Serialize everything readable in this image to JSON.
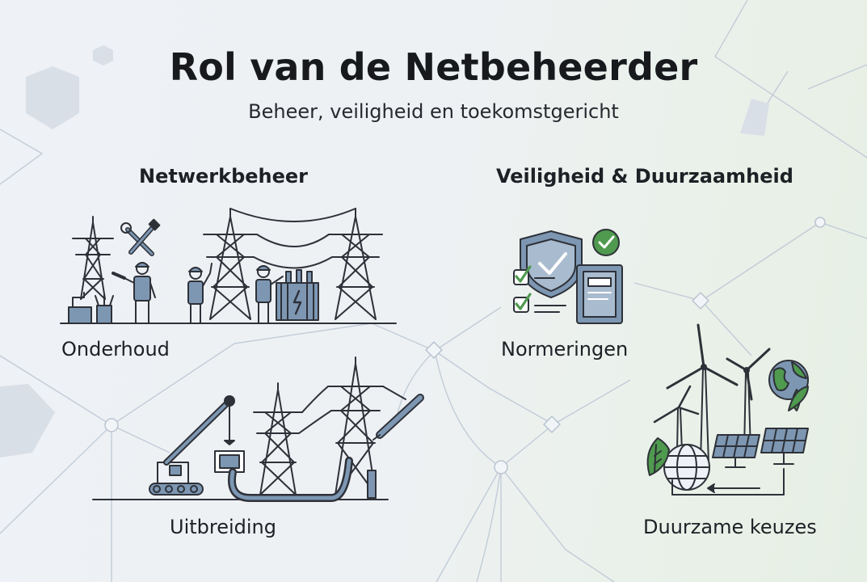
{
  "header": {
    "title": "Rol van de Netbeheerder",
    "subtitle": "Beheer, veiligheid en toekomstgericht"
  },
  "sections": {
    "left": {
      "heading": "Netwerkbeheer",
      "items": [
        {
          "label": "Onderhoud",
          "icon": "maintenance-icon"
        },
        {
          "label": "Uitbreiding",
          "icon": "expansion-icon"
        }
      ]
    },
    "right": {
      "heading": "Veiligheid & Duurzaamheid",
      "items": [
        {
          "label": "Normeringen",
          "icon": "standards-icon"
        },
        {
          "label": "Duurzame keuzes",
          "icon": "sustainable-choices-icon"
        }
      ]
    }
  },
  "colors": {
    "line_art": "#2e3138",
    "accent_blue": "#7d97b3",
    "accent_green": "#4f9a4e",
    "background_left": "#eef1f5",
    "background_right": "#e6efe4"
  }
}
